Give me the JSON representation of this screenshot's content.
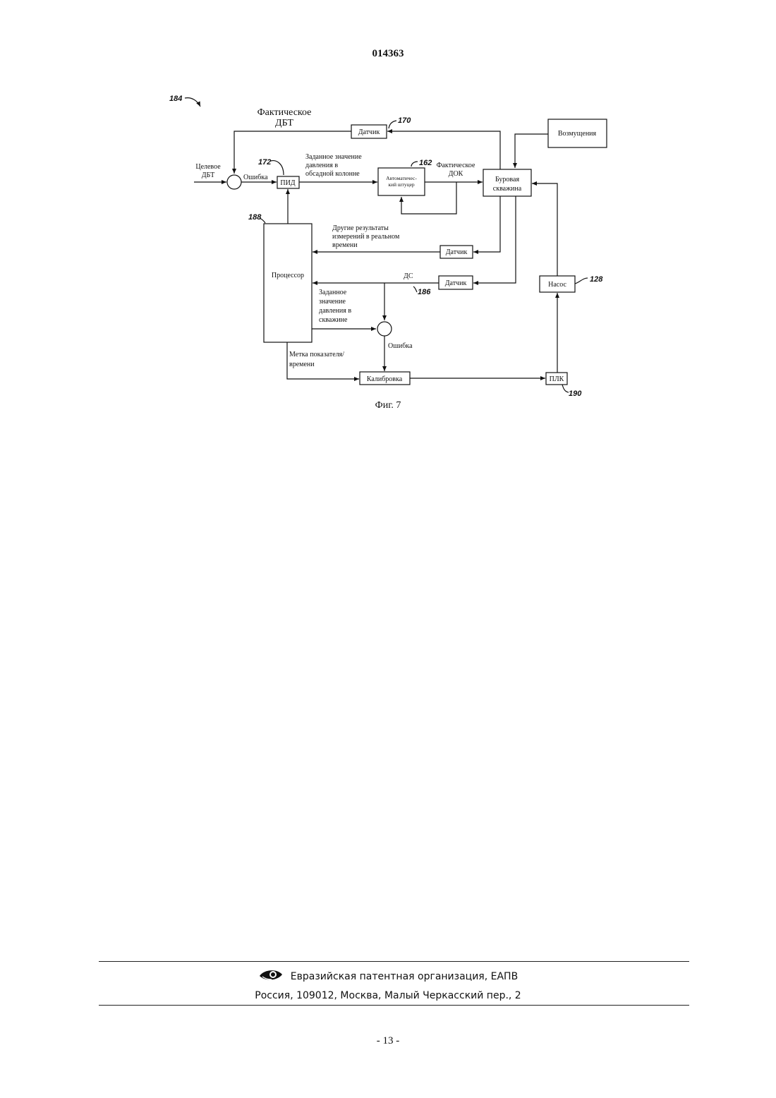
{
  "header": {
    "patent_number": "014363"
  },
  "figure": {
    "caption": "Фиг. 7",
    "refs": {
      "fig": "184",
      "sensor_top": "170",
      "pid": "172",
      "choke": "162",
      "processor": "188",
      "pump": "128",
      "sensor_ds": "186",
      "plc": "190"
    },
    "blocks": {
      "sensor_top": "Датчик",
      "pid": "ПИД",
      "choke_line1": "Автоматичес-",
      "choke_line2": "кий штуцер",
      "well_line1": "Буровая",
      "well_line2": "скважина",
      "disturbances": "Возмущения",
      "processor": "Процессор",
      "sensor_mid": "Датчик",
      "sensor_ds": "Датчик",
      "pump": "Насос",
      "calibration": "Калибровка",
      "plc": "ПЛК"
    },
    "labels": {
      "actual_dbt_1": "Фактическое",
      "actual_dbt_2": "ДБТ",
      "target_dbt_1": "Целевое",
      "target_dbt_2": "ДБТ",
      "error_top": "Ошибка",
      "setpoint_casing_1": "Заданное значение",
      "setpoint_casing_2": "давления в",
      "setpoint_casing_3": "обсадной колонне",
      "actual_dok_1": "Фактическое",
      "actual_dok_2": "ДОК",
      "other_results_1": "Другие результаты",
      "other_results_2": "измерений в реальном",
      "other_results_3": "времени",
      "ds": "ДС",
      "setpoint_well_1": "Заданное",
      "setpoint_well_2": "значение",
      "setpoint_well_3": "давления в",
      "setpoint_well_4": "скважине",
      "error_bottom": "Ошибка",
      "timestamp_1": "Метка показателя/",
      "timestamp_2": "времени"
    }
  },
  "footer": {
    "organization": "Евразийская патентная организация, ЕАПВ",
    "address": "Россия, 109012, Москва, Малый Черкасский пер., 2",
    "page": "- 13 -"
  }
}
